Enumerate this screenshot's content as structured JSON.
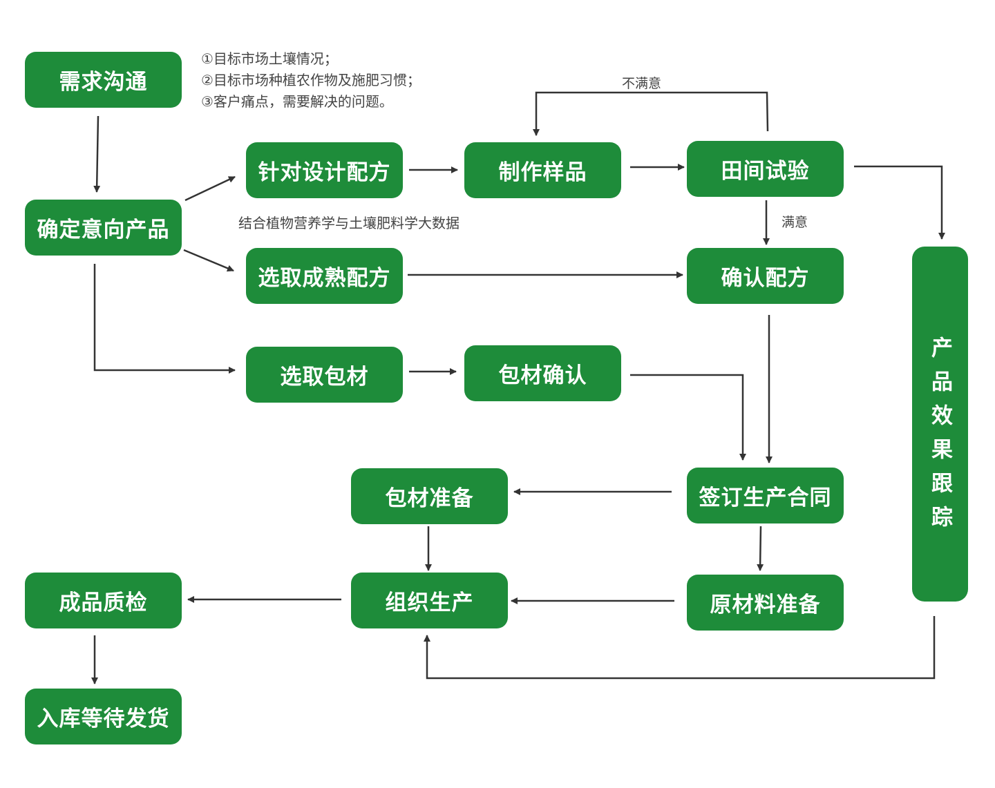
{
  "nodes": {
    "demand": "需求沟通",
    "intent": "确定意向产品",
    "design": "针对设计配方",
    "sample": "制作样品",
    "field": "田间试验",
    "mature": "选取成熟配方",
    "confirm_formula": "确认配方",
    "pick_pack": "选取包材",
    "pack_confirm": "包材确认",
    "contract": "签订生产合同",
    "pack_prep": "包材准备",
    "produce": "组织生产",
    "raw_prep": "原材料准备",
    "qc": "成品质检",
    "storage": "入库等待发货",
    "tracking": "产品效果跟踪"
  },
  "notes": {
    "demand_items": [
      "①目标市场土壤情况；",
      "②目标市场种植农作物及施肥习惯；",
      "③客户痛点，需要解决的问题。"
    ],
    "bigdata": "结合植物营养学与土壤肥料学大数据",
    "unsatisfied": "不满意",
    "satisfied": "满意"
  },
  "colors": {
    "node_fill": "#1e8c3a",
    "node_text": "#ffffff",
    "line": "#333333",
    "note_text": "#444444"
  }
}
